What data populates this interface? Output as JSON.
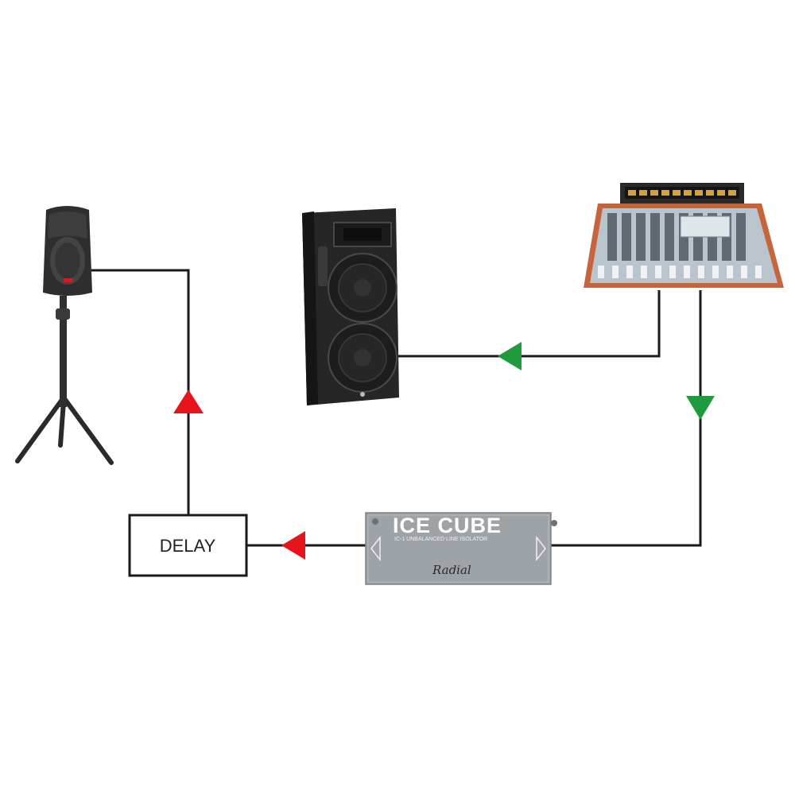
{
  "diagram": {
    "delay_label": "DELAY",
    "ice_cube": {
      "title": "ICE CUBE",
      "subtitle": "IC-1 UNBALANCED LINE ISOLATOR",
      "brand": "Radial"
    }
  },
  "colors": {
    "line": "#1a1a1a",
    "arrow_red": "#e8141c",
    "arrow_green": "#1f9a3c",
    "speaker_dark": "#2b2b2b",
    "mixer_frame": "#c6643c",
    "ice_cube_body": "#9ea3a8"
  }
}
